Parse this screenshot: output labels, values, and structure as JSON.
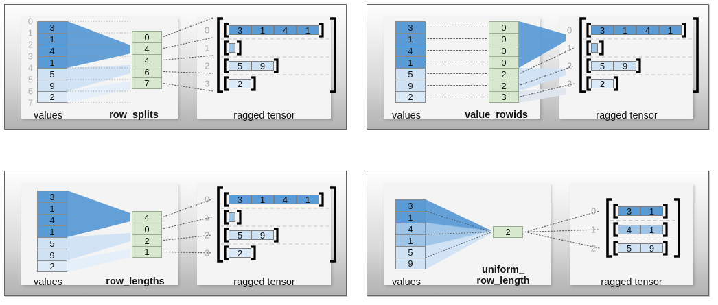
{
  "colors": {
    "blue_dark": "#5b9bd5",
    "blue_mid": "#9dc3e6",
    "blue_light": "#cfe2f3",
    "blue_lighter": "#e3eefa",
    "green": "#d7e8cf",
    "panel_border": "#646464",
    "index_gray": "#b0b0b0",
    "fan_dark": "#5b9bd5",
    "fan_light": "#dce9f7"
  },
  "panels": [
    {
      "id": "row_splits",
      "values_caption": "values",
      "encoding_caption": "row_splits",
      "tensor_caption": "ragged tensor",
      "values": [
        "3",
        "1",
        "4",
        "1",
        "5",
        "9",
        "2"
      ],
      "values_indices": [
        "0",
        "1",
        "2",
        "3",
        "4",
        "5",
        "6",
        "7"
      ],
      "encoding": [
        "0",
        "4",
        "4",
        "6",
        "7"
      ],
      "tensor_rows": [
        {
          "index": "0",
          "cells": [
            "3",
            "1",
            "4",
            "1"
          ]
        },
        {
          "index": "1",
          "cells": []
        },
        {
          "index": "2",
          "cells": [
            "5",
            "9"
          ]
        },
        {
          "index": "3",
          "cells": [
            "2"
          ]
        }
      ]
    },
    {
      "id": "value_rowids",
      "values_caption": "values",
      "encoding_caption": "value_rowids",
      "tensor_caption": "ragged tensor",
      "values": [
        "3",
        "1",
        "4",
        "1",
        "5",
        "9",
        "2"
      ],
      "values_indices": [],
      "encoding": [
        "0",
        "0",
        "0",
        "0",
        "2",
        "2",
        "3"
      ],
      "tensor_rows": [
        {
          "index": "0",
          "cells": [
            "3",
            "1",
            "4",
            "1"
          ]
        },
        {
          "index": "1",
          "cells": []
        },
        {
          "index": "2",
          "cells": [
            "5",
            "9"
          ]
        },
        {
          "index": "3",
          "cells": [
            "2"
          ]
        }
      ]
    },
    {
      "id": "row_lengths",
      "values_caption": "values",
      "encoding_caption": "row_lengths",
      "tensor_caption": "ragged tensor",
      "values": [
        "3",
        "1",
        "4",
        "1",
        "5",
        "9",
        "2"
      ],
      "values_indices": [],
      "encoding": [
        "4",
        "0",
        "2",
        "1"
      ],
      "tensor_rows": [
        {
          "index": "0",
          "cells": [
            "3",
            "1",
            "4",
            "1"
          ]
        },
        {
          "index": "1",
          "cells": []
        },
        {
          "index": "2",
          "cells": [
            "5",
            "9"
          ]
        },
        {
          "index": "3",
          "cells": [
            "2"
          ]
        }
      ]
    },
    {
      "id": "uniform_row_length",
      "values_caption": "values",
      "encoding_caption": "uniform_\nrow_length",
      "tensor_caption": "ragged tensor",
      "values": [
        "3",
        "1",
        "4",
        "1",
        "5",
        "9"
      ],
      "values_indices": [],
      "encoding": [
        "2"
      ],
      "tensor_rows": [
        {
          "index": "0",
          "cells": [
            "3",
            "1"
          ]
        },
        {
          "index": "1",
          "cells": [
            "4",
            "1"
          ]
        },
        {
          "index": "2",
          "cells": [
            "5",
            "9"
          ]
        }
      ]
    }
  ]
}
